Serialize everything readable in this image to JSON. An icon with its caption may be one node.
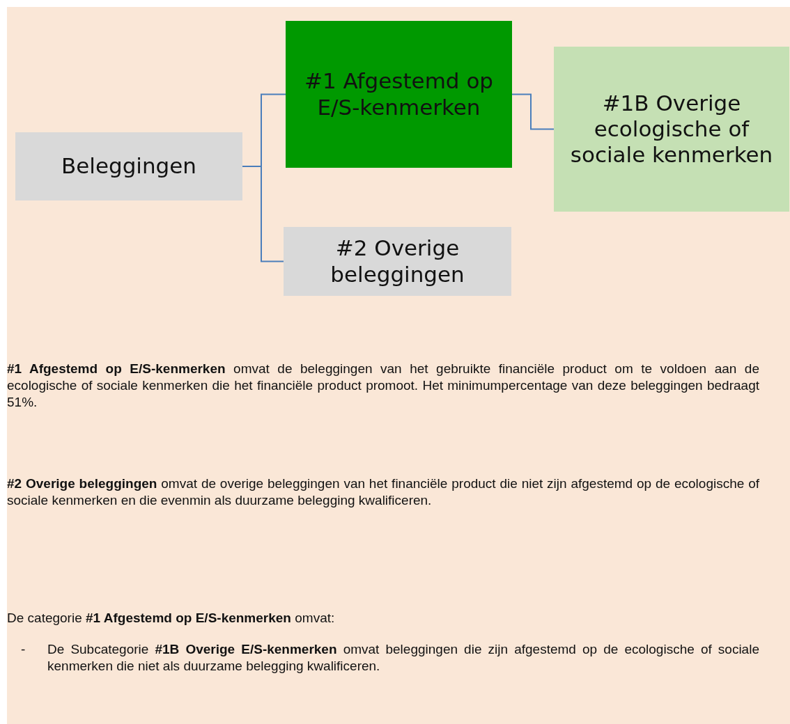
{
  "diagram": {
    "nodes": [
      {
        "text": [
          "Beleggingen"
        ]
      },
      {
        "text": [
          "#1 Afgestemd op E/S-kenmerken"
        ]
      },
      {
        "text": [
          "#1B Overige ecologische of sociale kenmerken"
        ]
      },
      {
        "text": [
          "#2 Overige beleggingen"
        ]
      }
    ],
    "edges": [
      {
        "from": 0,
        "to": 1,
        "arrow": "none"
      },
      {
        "from": 1,
        "to": 2,
        "arrow": "none"
      },
      {
        "from": 0,
        "to": 3,
        "arrow": "none"
      }
    ],
    "labels": [
      "**#1 Afgestemd op E/S-kenmerken** omvat de beleggingen van het gebruikte financiële product om te voldoen aan de ecologische of sociale kenmerken die het financiële product promoot. Het minimumpercentage van deze beleggingen bedraagt 51%.",
      "**#2 Overige beleggingen** omvat de overige beleggingen van het financiële product die niet zijn afgestemd op de ecologische of sociale kenmerken en die evenmin als duurzame belegging kwalificeren.",
      "De categorie **#1 Afgestemd op E/S-kenmerken** omvat:",
      "-",
      "De Subcategorie **#1B Overige E/S-kenmerken** omvat beleggingen die zijn afgestemd op de ecologische of sociale kenmerken die niet als duurzame belegging kwalificeren."
    ]
  }
}
